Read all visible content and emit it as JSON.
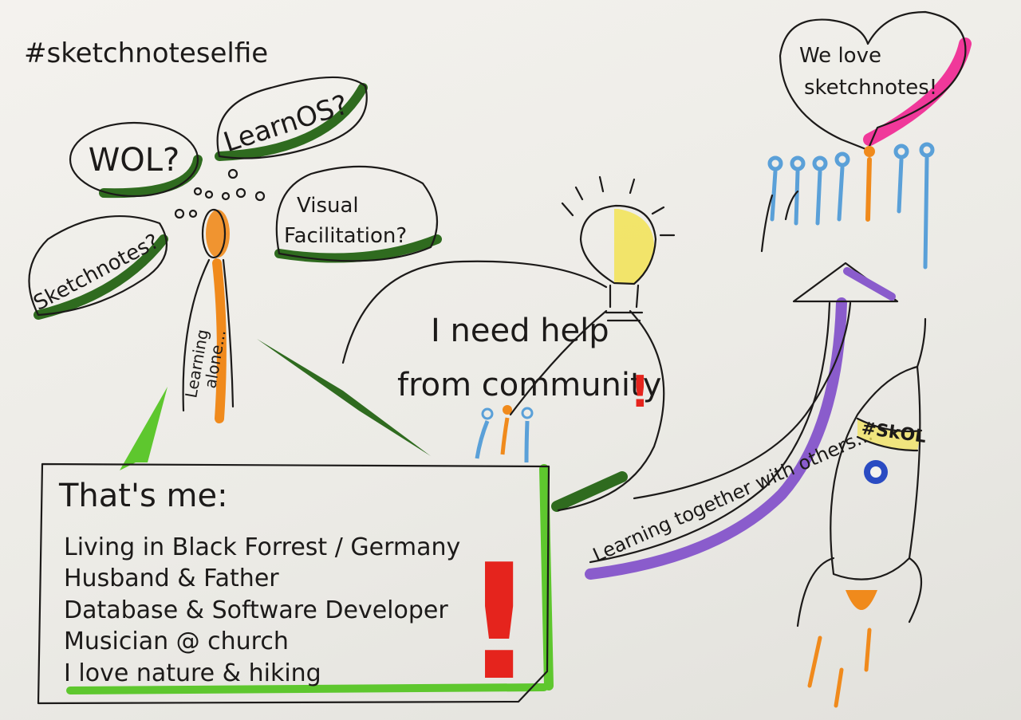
{
  "hashtag": "#sketchnoteselfie",
  "thought_bubbles": [
    {
      "id": "wol",
      "text": "WOL?"
    },
    {
      "id": "learnos",
      "text": "LearnOS?"
    },
    {
      "id": "visual",
      "lines": [
        "Visual",
        "Facilitation?"
      ]
    },
    {
      "id": "sketchnotes",
      "text": "Sketchnotes?"
    }
  ],
  "person_label": [
    "Learning",
    "alone..."
  ],
  "help_bubble": [
    "I need help",
    "from community",
    "!"
  ],
  "heart_bubble": [
    "We love",
    "sketchnotes!"
  ],
  "about_box": {
    "title": "That's me:",
    "items": [
      "Living in Black Forrest / Germany",
      "Husband & Father",
      "Database & Software Developer",
      "Musician @ church",
      "I love nature & hiking"
    ],
    "exclaim": "!"
  },
  "arrow_label": "Learning together with others...",
  "rocket_label": "#SkOL",
  "colors": {
    "green": "#2f6b1f",
    "light_green": "#5ec72e",
    "orange": "#f08a1c",
    "blue": "#5aa0d8",
    "magenta": "#f0389a",
    "violet": "#8a5ccc",
    "yellow": "#f2e35c",
    "red": "#e5241d",
    "ink": "#1c1a19"
  }
}
